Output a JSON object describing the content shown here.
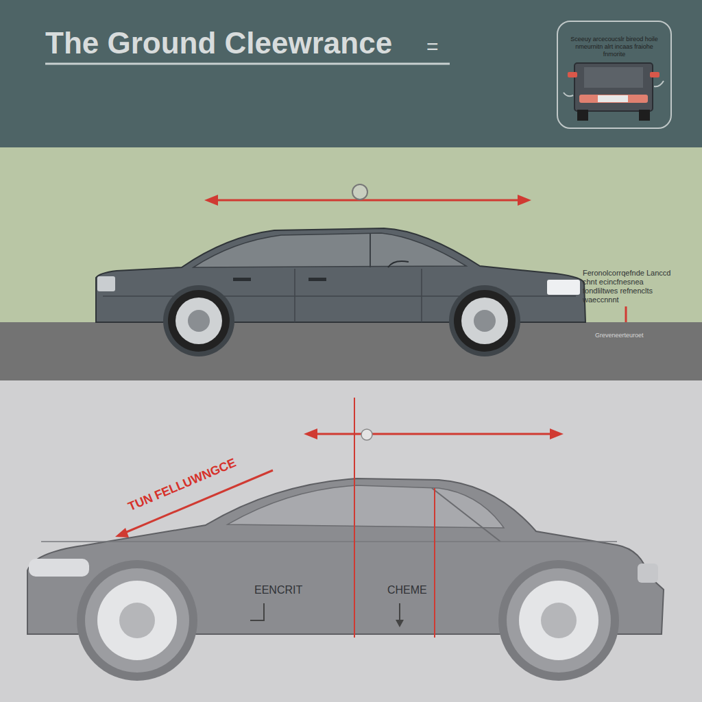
{
  "diagram": {
    "title": "The Ground Cleewrance",
    "nodes": [
      {
        "text": [
          "Sceeuy arcecoucslr bireod hoile nmeurnitn alrt incaas fraiohe fnmorite"
        ]
      }
    ],
    "labels": [
      "=",
      "Feronolcorrqefnde Lanccd chnt ecincfnesnea fondliltwes refnenclts waeccnnnt",
      "Greveneerteuroet",
      "TUN FELLUWNGCE",
      "EENCRIT",
      "CHEME"
    ]
  }
}
